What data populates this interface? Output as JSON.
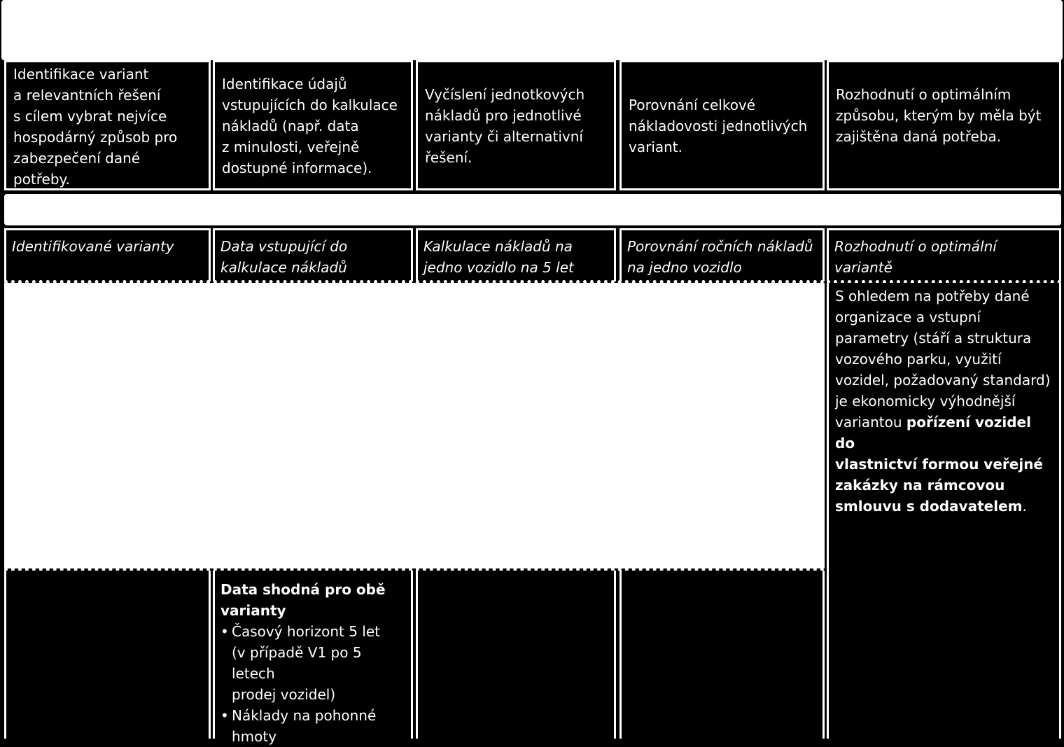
{
  "steps": [
    "Identifikace variant\na relevantních řešení\ns cílem vybrat nejvíce\nhospodárný způsob pro\nzabezpečení dané\npotřeby.",
    "Identifikace údajů\nvstupujících do kalkulace\nnákladů (např. data\nz minulosti,  veřejně\ndostupné informace).",
    "Vyčíslení jednotkových\nnákladů pro jednotlivé\nvarianty či alternativní\nřešení.",
    "Porovnání celkové\nnákladovosti jednotlivých\nvariant.",
    "Rozhodnutí o optimálním\nzpůsobu, kterým by měla být\nzajištěna daná potřeba."
  ],
  "headers": [
    "Identifikované varianty",
    "Data vstupující do\nkalkulace nákladů",
    "Kalkulace nákladů na\njedno vozidlo na 5 let",
    "Porovnání ročních nákladů\nna jedno vozidlo",
    "Rozhodnutí o optimální\nvariantě"
  ],
  "decision": {
    "intro": "S ohledem na potřeby dané\norganizace a vstupní\nparametry (stáří a struktura\nvozového parku, využití\nvozidel, požadovaný standard)\nje ekonomicky výhodnější\nvariantou ",
    "bold": "pořízení vozidel do\nvlastnictví formou veřejné\nzakázky na rámcovou\nsmlouvu s dodavatelem",
    "end": "."
  },
  "shared_data": {
    "title": "Data shodná pro obě\nvarianty",
    "items": [
      "Časový horizont 5 let\n(v případě V1 po 5 letech\nprodej vozidel)",
      "Náklady na pohonné\nhmoty"
    ]
  }
}
